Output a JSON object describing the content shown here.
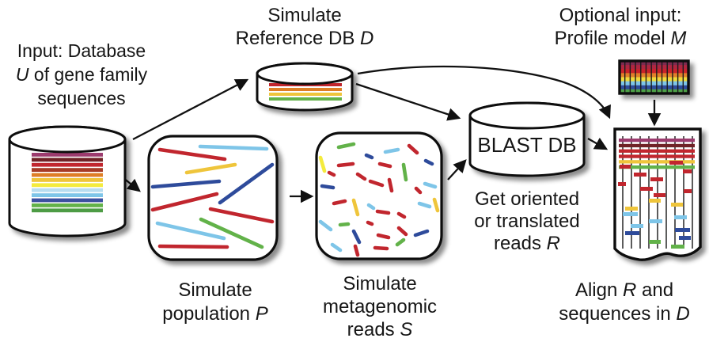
{
  "background": "#ffffff",
  "palette": {
    "r": "#C1272D",
    "mar": "#702225",
    "brick": "#A63B28",
    "pur": "#9C3A6E",
    "o": "#DE7E28",
    "gold": "#EFC53A",
    "y": "#F4EB3C",
    "pb": "#B8DCEF",
    "lb": "#7EC5E8",
    "b": "#2F4C9B",
    "db": "#3B4FA0",
    "g": "#62B24A",
    "dg": "#4E9C45",
    "ink": "#111111",
    "col_line": "#4a4a4a"
  },
  "captions": {
    "input_db": {
      "lines": [
        [
          {
            "t": "Input: Database"
          }
        ],
        [
          {
            "t": "U",
            "i": true
          },
          {
            "t": " of gene family"
          }
        ],
        [
          {
            "t": "sequences"
          }
        ]
      ]
    },
    "reference_db": {
      "lines": [
        [
          {
            "t": "Simulate"
          }
        ],
        [
          {
            "t": "Reference DB "
          },
          {
            "t": "D",
            "i": true
          }
        ]
      ]
    },
    "optional": {
      "lines": [
        [
          {
            "t": "Optional input:"
          }
        ],
        [
          {
            "t": "Profile model "
          },
          {
            "t": "M",
            "i": true
          }
        ]
      ]
    },
    "population": {
      "lines": [
        [
          {
            "t": "Simulate"
          }
        ],
        [
          {
            "t": "population "
          },
          {
            "t": "P",
            "i": true
          }
        ]
      ]
    },
    "metagenomic": {
      "lines": [
        [
          {
            "t": "Simulate"
          }
        ],
        [
          {
            "t": "metagenomic"
          }
        ],
        [
          {
            "t": "reads "
          },
          {
            "t": "S",
            "i": true
          }
        ]
      ]
    },
    "get_reads": {
      "lines": [
        [
          {
            "t": "Get oriented"
          }
        ],
        [
          {
            "t": "or translated"
          }
        ],
        [
          {
            "t": "reads "
          },
          {
            "t": "R",
            "i": true
          }
        ]
      ]
    },
    "align": {
      "lines": [
        [
          {
            "t": "Align "
          },
          {
            "t": "R",
            "i": true
          },
          {
            "t": " and"
          }
        ],
        [
          {
            "t": "sequences in "
          },
          {
            "t": "D",
            "i": true
          }
        ]
      ]
    }
  },
  "cylinders": {
    "input_db": {
      "stripes": [
        "pur",
        "mar",
        "r",
        "brick",
        "o",
        "gold",
        "y",
        "pb",
        "lb",
        "db",
        "g",
        "dg"
      ]
    },
    "reference_db": {
      "stripes": [
        "mar",
        "r",
        "o",
        "gold",
        "g"
      ]
    },
    "blast_db": {
      "label": "BLAST DB"
    }
  },
  "population_box": {
    "lines": [
      [
        253,
        185,
        337,
        188,
        "lb"
      ],
      [
        202,
        189,
        284,
        201,
        "r"
      ],
      [
        236,
        218,
        297,
        208,
        "gold"
      ],
      [
        278,
        256,
        344,
        208,
        "b"
      ],
      [
        193,
        236,
        277,
        229,
        "b"
      ],
      [
        193,
        265,
        274,
        245,
        "r"
      ],
      [
        266,
        264,
        344,
        280,
        "r"
      ],
      [
        199,
        282,
        283,
        301,
        "lb"
      ],
      [
        254,
        277,
        331,
        312,
        "g"
      ],
      [
        202,
        311,
        287,
        312,
        "r"
      ]
    ]
  },
  "reads_box": {
    "dashes": [
      [
        428,
        186,
        447,
        182,
        "g"
      ],
      [
        517,
        184,
        527,
        193,
        "r"
      ],
      [
        487,
        192,
        503,
        189,
        "lb"
      ],
      [
        463,
        196,
        470,
        199,
        "b"
      ],
      [
        405,
        199,
        410,
        216,
        "y"
      ],
      [
        428,
        209,
        446,
        207,
        "r"
      ],
      [
        416,
        218,
        422,
        221,
        "r"
      ],
      [
        480,
        207,
        493,
        210,
        "r"
      ],
      [
        452,
        220,
        461,
        226,
        "r"
      ],
      [
        510,
        208,
        513,
        227,
        "g"
      ],
      [
        538,
        203,
        546,
        207,
        "b"
      ],
      [
        468,
        229,
        483,
        234,
        "r"
      ],
      [
        492,
        227,
        495,
        241,
        "r"
      ],
      [
        537,
        232,
        550,
        236,
        "lb"
      ],
      [
        526,
        238,
        531,
        243,
        "r"
      ],
      [
        407,
        235,
        421,
        237,
        "b"
      ],
      [
        422,
        257,
        436,
        254,
        "r"
      ],
      [
        447,
        253,
        452,
        271,
        "gold"
      ],
      [
        466,
        259,
        472,
        263,
        "lb"
      ],
      [
        477,
        267,
        491,
        269,
        "r"
      ],
      [
        504,
        270,
        511,
        274,
        "r"
      ],
      [
        530,
        257,
        543,
        261,
        "lb"
      ],
      [
        549,
        252,
        553,
        266,
        "gold"
      ],
      [
        405,
        280,
        418,
        290,
        "lb"
      ],
      [
        430,
        284,
        440,
        283,
        "g"
      ],
      [
        447,
        292,
        454,
        306,
        "b"
      ],
      [
        465,
        281,
        470,
        283,
        "r"
      ],
      [
        478,
        297,
        491,
        300,
        "r"
      ],
      [
        504,
        288,
        513,
        296,
        "r"
      ],
      [
        525,
        297,
        540,
        292,
        "b"
      ],
      [
        420,
        309,
        430,
        316,
        "lb"
      ],
      [
        449,
        311,
        452,
        322,
        "r"
      ],
      [
        474,
        313,
        489,
        314,
        "r"
      ],
      [
        502,
        309,
        510,
        303,
        "g"
      ]
    ]
  },
  "profile_model": {
    "rows": [
      "#7E2A50",
      "#B02840",
      "#C9242C",
      "#E0802A",
      "#EFD93B",
      "#7EC5E8",
      "#2F4C9B",
      "#4EA147"
    ],
    "columns": 13
  },
  "alignment_doc": {
    "columns": 9,
    "ref_stripes": [
      "pur",
      "mar",
      "r",
      "r",
      "gold",
      "g"
    ],
    "reads": [
      [
        783,
        208,
        14,
        "r"
      ],
      [
        846,
        203,
        17,
        "r"
      ],
      [
        801,
        218,
        16,
        "r"
      ],
      [
        863,
        214,
        11,
        "r"
      ],
      [
        822,
        224,
        16,
        "r"
      ],
      [
        781,
        230,
        10,
        "r"
      ],
      [
        809,
        236,
        16,
        "r"
      ],
      [
        864,
        239,
        10,
        "r"
      ],
      [
        826,
        244,
        15,
        "r"
      ],
      [
        820,
        251,
        15,
        "gold"
      ],
      [
        848,
        256,
        15,
        "gold"
      ],
      [
        790,
        261,
        16,
        "gold"
      ],
      [
        787,
        268,
        19,
        "lb"
      ],
      [
        852,
        272,
        16,
        "lb"
      ],
      [
        820,
        277,
        17,
        "lb"
      ],
      [
        797,
        283,
        16,
        "lb"
      ],
      [
        853,
        288,
        19,
        "b"
      ],
      [
        790,
        292,
        18,
        "b"
      ],
      [
        858,
        298,
        15,
        "b"
      ],
      [
        820,
        303,
        15,
        "g"
      ],
      [
        848,
        309,
        17,
        "g"
      ]
    ]
  }
}
